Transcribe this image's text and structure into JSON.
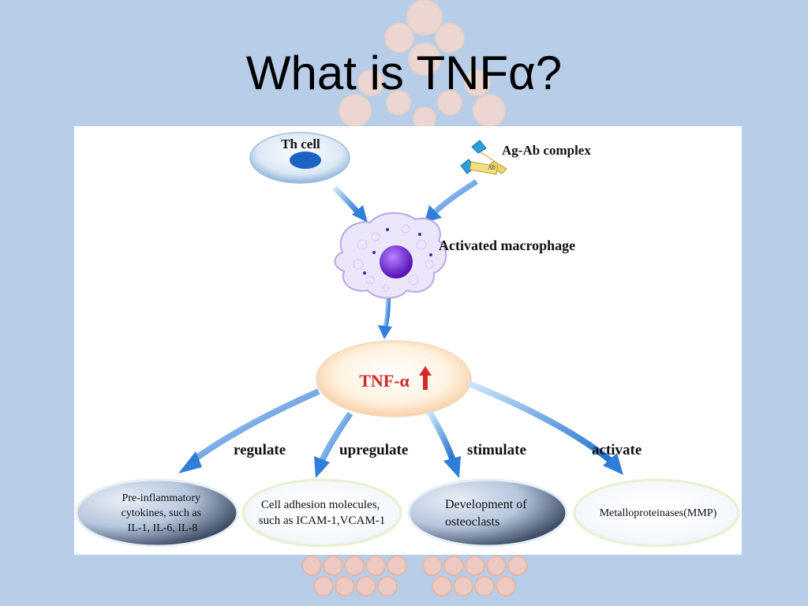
{
  "slide": {
    "title": "What is TNFα?"
  },
  "diagram": {
    "th_cell": "Th cell",
    "ag_ab_complex": "Ag-Ab complex",
    "ab_tag": "Ab",
    "activated_macrophage": "Activated macrophage",
    "tnf_alpha": "TNF-α",
    "arrow_labels": {
      "regulate": "regulate",
      "upregulate": "upregulate",
      "stimulate": "stimulate",
      "activate": "activate"
    },
    "outcomes": {
      "cytokines": [
        "Pre-inflammatory",
        "cytokines, such as",
        "IL-1, IL-6, IL-8"
      ],
      "adhesion": [
        "Cell adhesion molecules,",
        "such as ICAM-1,VCAM-1"
      ],
      "osteoclasts": [
        "Development of",
        "osteoclasts"
      ],
      "mmp": [
        "Metalloproteinases(MMP)"
      ]
    }
  },
  "colors": {
    "background": "#b7cde8",
    "arrow_blue": "#2f7fd8",
    "tnf_red": "#d8262a",
    "nucleus_purple": "#7b2fd6"
  }
}
